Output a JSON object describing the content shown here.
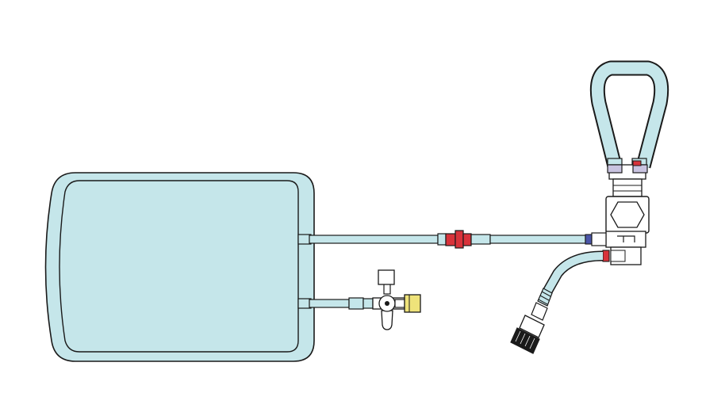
{
  "diagram": {
    "components": [
      "fluid-bag",
      "upper-tube",
      "red-inline-connector",
      "lower-drain-tube",
      "stopcock-valve",
      "yellow-luer-cap",
      "white-luer-cap",
      "manifold-block",
      "loop-tube",
      "blue-port-connector",
      "red-port-connector",
      "curved-side-tube",
      "black-end-connector"
    ],
    "colors": {
      "tube_fill": "#c5e6ea",
      "outline": "#1a1a1a",
      "red_connector": "#d8333b",
      "yellow_cap": "#efe37a",
      "blue_connector": "#4a55a8",
      "black_connector": "#1a1a1a",
      "white_part": "#ffffff"
    }
  }
}
